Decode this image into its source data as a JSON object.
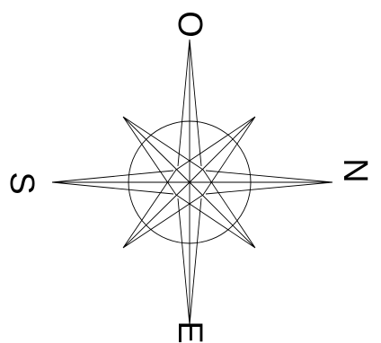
{
  "compass": {
    "labels": {
      "top": "O",
      "right": "N",
      "bottom": "E",
      "left": "S"
    },
    "ink_color": "#000000",
    "background_color": "#ffffff"
  }
}
